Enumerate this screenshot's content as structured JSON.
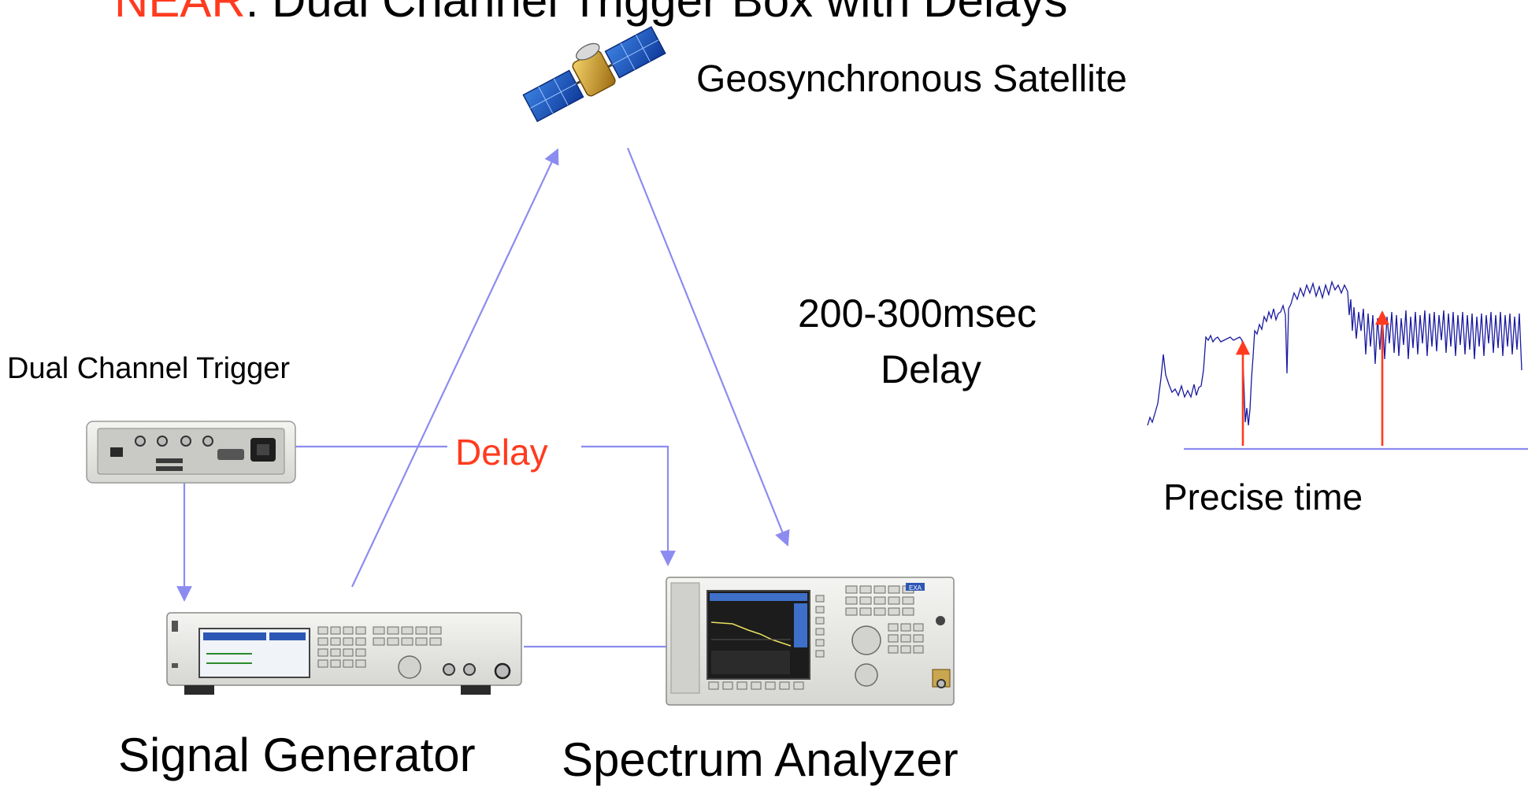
{
  "title": {
    "highlight": "NEAR",
    "rest": ": Dual Channel Trigger Box with Delays"
  },
  "labels": {
    "satellite": "Geosynchronous Satellite",
    "trigger": "Dual Channel Trigger",
    "delay_box": "Delay",
    "delay_time_line1": "200-300msec",
    "delay_time_line2": "Delay",
    "precise_time": "Precise time",
    "signal_generator": "Signal Generator",
    "spectrum_analyzer": "Spectrum Analyzer",
    "analyzer_badge": "EXA"
  },
  "colors": {
    "connector": "#8c8cf0",
    "accent_red": "#ff3b1f",
    "trace": "#1a1aa0",
    "instrument_body": "#e6e6e2",
    "screen": "#2b46a8"
  },
  "icons": {
    "satellite": "satellite-icon",
    "trigger_box": "trigger-box-icon",
    "signal_generator": "signal-generator-icon",
    "spectrum_analyzer": "spectrum-analyzer-icon",
    "waveform": "waveform-trace"
  }
}
